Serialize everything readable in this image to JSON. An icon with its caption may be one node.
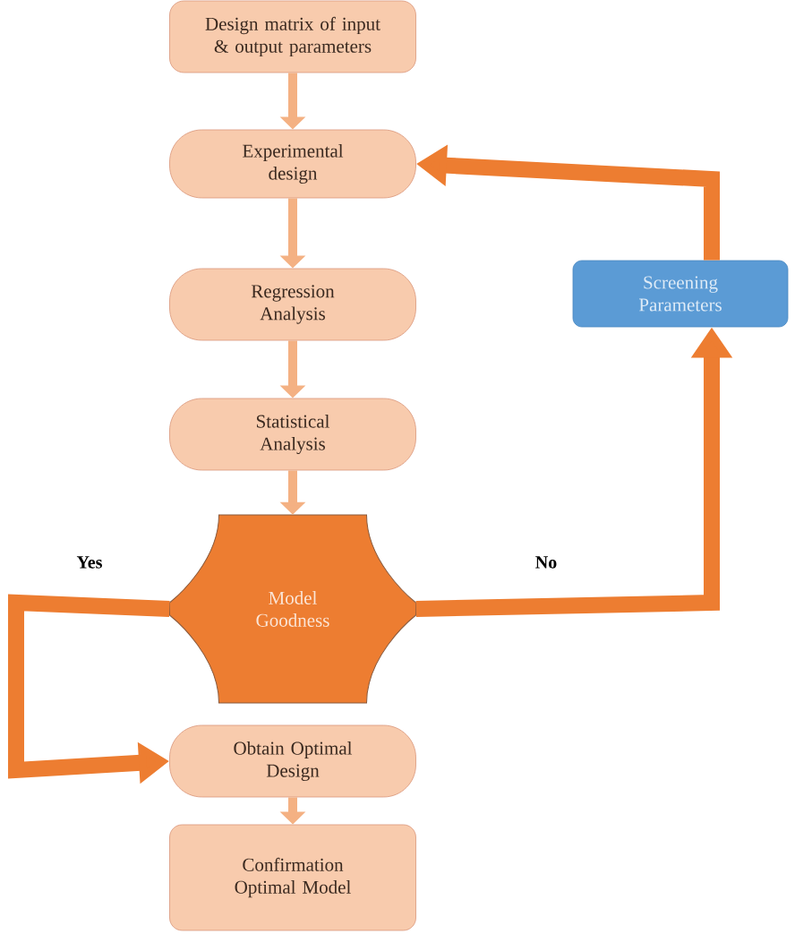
{
  "diagram": {
    "nodes": [
      {
        "text": [
          "Design matrix of input & output parameters"
        ]
      },
      {
        "text": [
          "Experimental design"
        ]
      },
      {
        "text": [
          "Regression Analysis"
        ]
      },
      {
        "text": [
          "Statistical Analysis"
        ]
      },
      {
        "text": [
          "Model Goodness"
        ]
      },
      {
        "text": [
          "Obtain Optimal Design"
        ]
      },
      {
        "text": [
          "Confirmation Optimal Model"
        ]
      },
      {
        "text": [
          "Screening Parameters"
        ]
      }
    ],
    "edges": [
      {
        "from": 0,
        "to": 1,
        "arrow": "to"
      },
      {
        "from": 1,
        "to": 2,
        "arrow": "to"
      },
      {
        "from": 2,
        "to": 3,
        "arrow": "to"
      },
      {
        "from": 3,
        "to": 4,
        "arrow": "to"
      },
      {
        "from": 4,
        "to": 5,
        "arrow": "to",
        "label": "Yes",
        "style": "thick",
        "color": "#ed7d31"
      },
      {
        "from": 4,
        "to": 7,
        "arrow": "to",
        "label": "No",
        "style": "thick",
        "color": "#ed7d31"
      },
      {
        "from": 7,
        "to": 1,
        "arrow": "to",
        "style": "thick",
        "color": "#ed7d31"
      },
      {
        "from": 5,
        "to": 6,
        "arrow": "to"
      }
    ]
  }
}
